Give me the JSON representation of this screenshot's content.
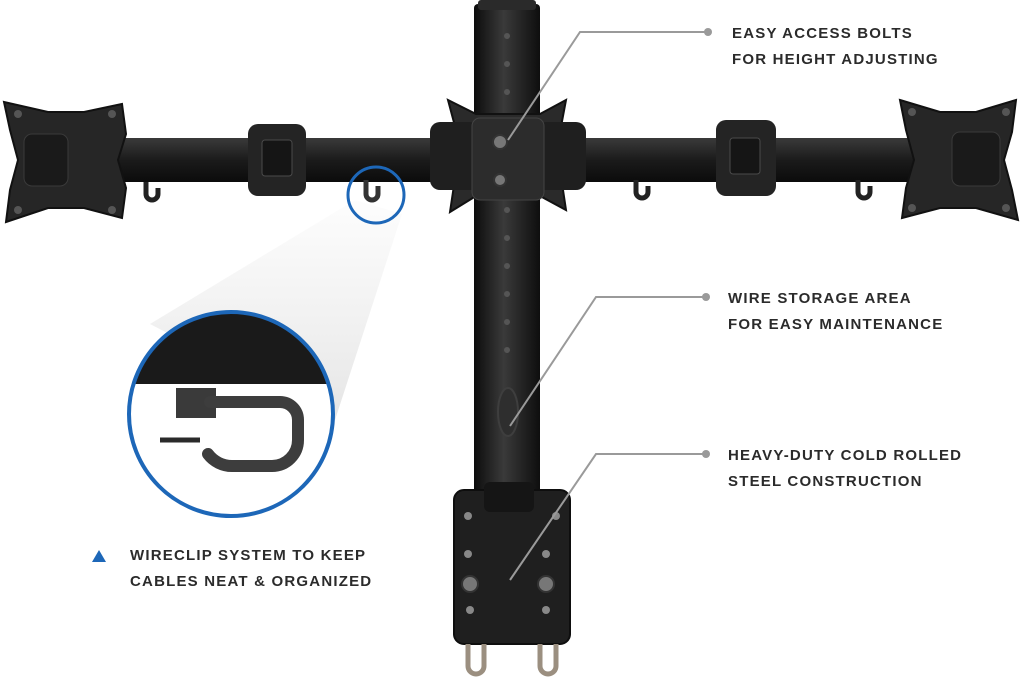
{
  "callouts": {
    "bolts": {
      "line1": "EASY ACCESS BOLTS",
      "line2": "FOR HEIGHT ADJUSTING"
    },
    "wire_storage": {
      "line1": "WIRE STORAGE AREA",
      "line2": "FOR EASY MAINTENANCE"
    },
    "steel": {
      "line1": "HEAVY-DUTY COLD ROLLED",
      "line2": "STEEL CONSTRUCTION"
    },
    "wireclip": {
      "line1": "WIRECLIP SYSTEM TO KEEP",
      "line2": "CABLES NEAT & ORGANIZED"
    }
  },
  "colors": {
    "accent_blue": "#1d67b8",
    "mount_black": "#1e1e1e",
    "leader_gray": "#9a9a9a"
  },
  "icons": {
    "wireclip_marker": "triangle-icon"
  }
}
